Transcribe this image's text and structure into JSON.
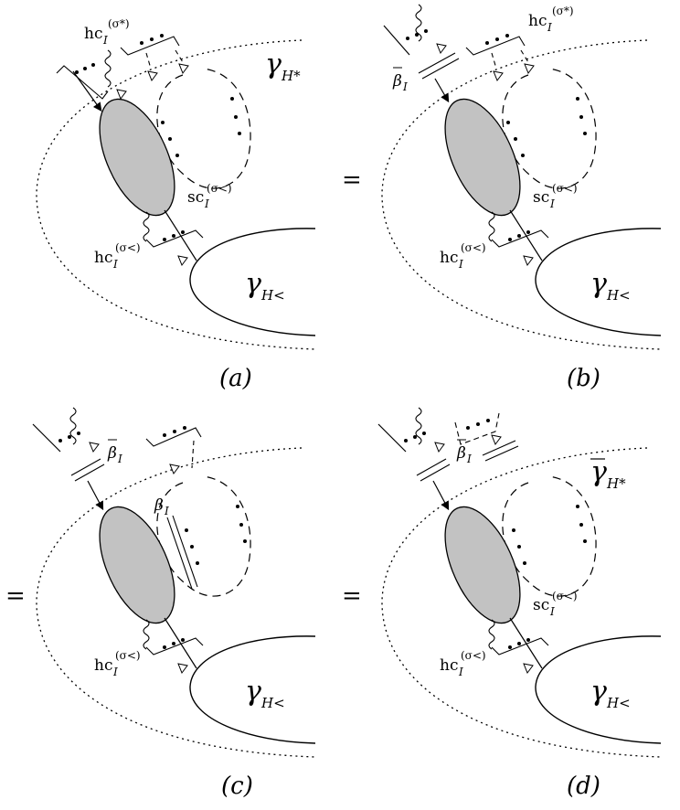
{
  "panels": [
    {
      "caption": "(a)",
      "labels": {
        "gamma_star": {
          "main": "γ",
          "sub": "H*"
        },
        "gamma_less": {
          "main": "γ",
          "sub": "H<"
        },
        "hc_top": {
          "main": "hc",
          "sub": "I",
          "sup": "(σ*)"
        },
        "sc": {
          "main": "sc",
          "sub": "I",
          "sup": "(σ<)"
        },
        "hc_bottom": {
          "main": "hc",
          "sub": "I",
          "sup": "(σ<)"
        }
      }
    },
    {
      "caption": "(b)",
      "labels": {
        "beta_bar": {
          "main": "β",
          "sub": "I"
        },
        "hc_top": {
          "main": "hc",
          "sub": "I",
          "sup": "(σ*)"
        },
        "sc": {
          "main": "sc",
          "sub": "I",
          "sup": "(σ<)"
        },
        "hc_bottom": {
          "main": "hc",
          "sub": "I",
          "sup": "(σ<)"
        },
        "gamma_less": {
          "main": "γ",
          "sub": "H<"
        }
      }
    },
    {
      "caption": "(c)",
      "labels": {
        "beta_bar": {
          "main": "β",
          "sub": "I"
        },
        "beta": {
          "main": "β",
          "sub": "I"
        },
        "hc_bottom": {
          "main": "hc",
          "sub": "I",
          "sup": "(σ<)"
        },
        "gamma_less": {
          "main": "γ",
          "sub": "H<"
        }
      }
    },
    {
      "caption": "(d)",
      "labels": {
        "beta_bar": {
          "main": "β",
          "sub": "I"
        },
        "gamma_star_bar": {
          "main": "γ",
          "sub": "H*"
        },
        "sc": {
          "main": "sc",
          "sub": "I",
          "sup": "(σ<)"
        },
        "hc_bottom": {
          "main": "hc",
          "sub": "I",
          "sup": "(σ<)"
        },
        "gamma_less": {
          "main": "γ",
          "sub": "H<"
        }
      }
    }
  ],
  "equals_sign": "="
}
